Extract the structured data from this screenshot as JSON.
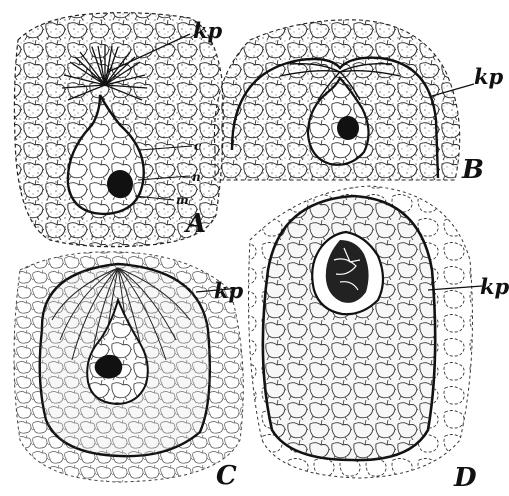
{
  "figure": {
    "panels": [
      {
        "id": "A",
        "label": "A",
        "callouts": [
          "kp",
          "c",
          "n",
          "m"
        ]
      },
      {
        "id": "B",
        "label": "B",
        "callouts": [
          "kp"
        ]
      },
      {
        "id": "C",
        "label": "C",
        "callouts": [
          "kp"
        ]
      },
      {
        "id": "D",
        "label": "D",
        "callouts": [
          "kp"
        ]
      }
    ]
  }
}
